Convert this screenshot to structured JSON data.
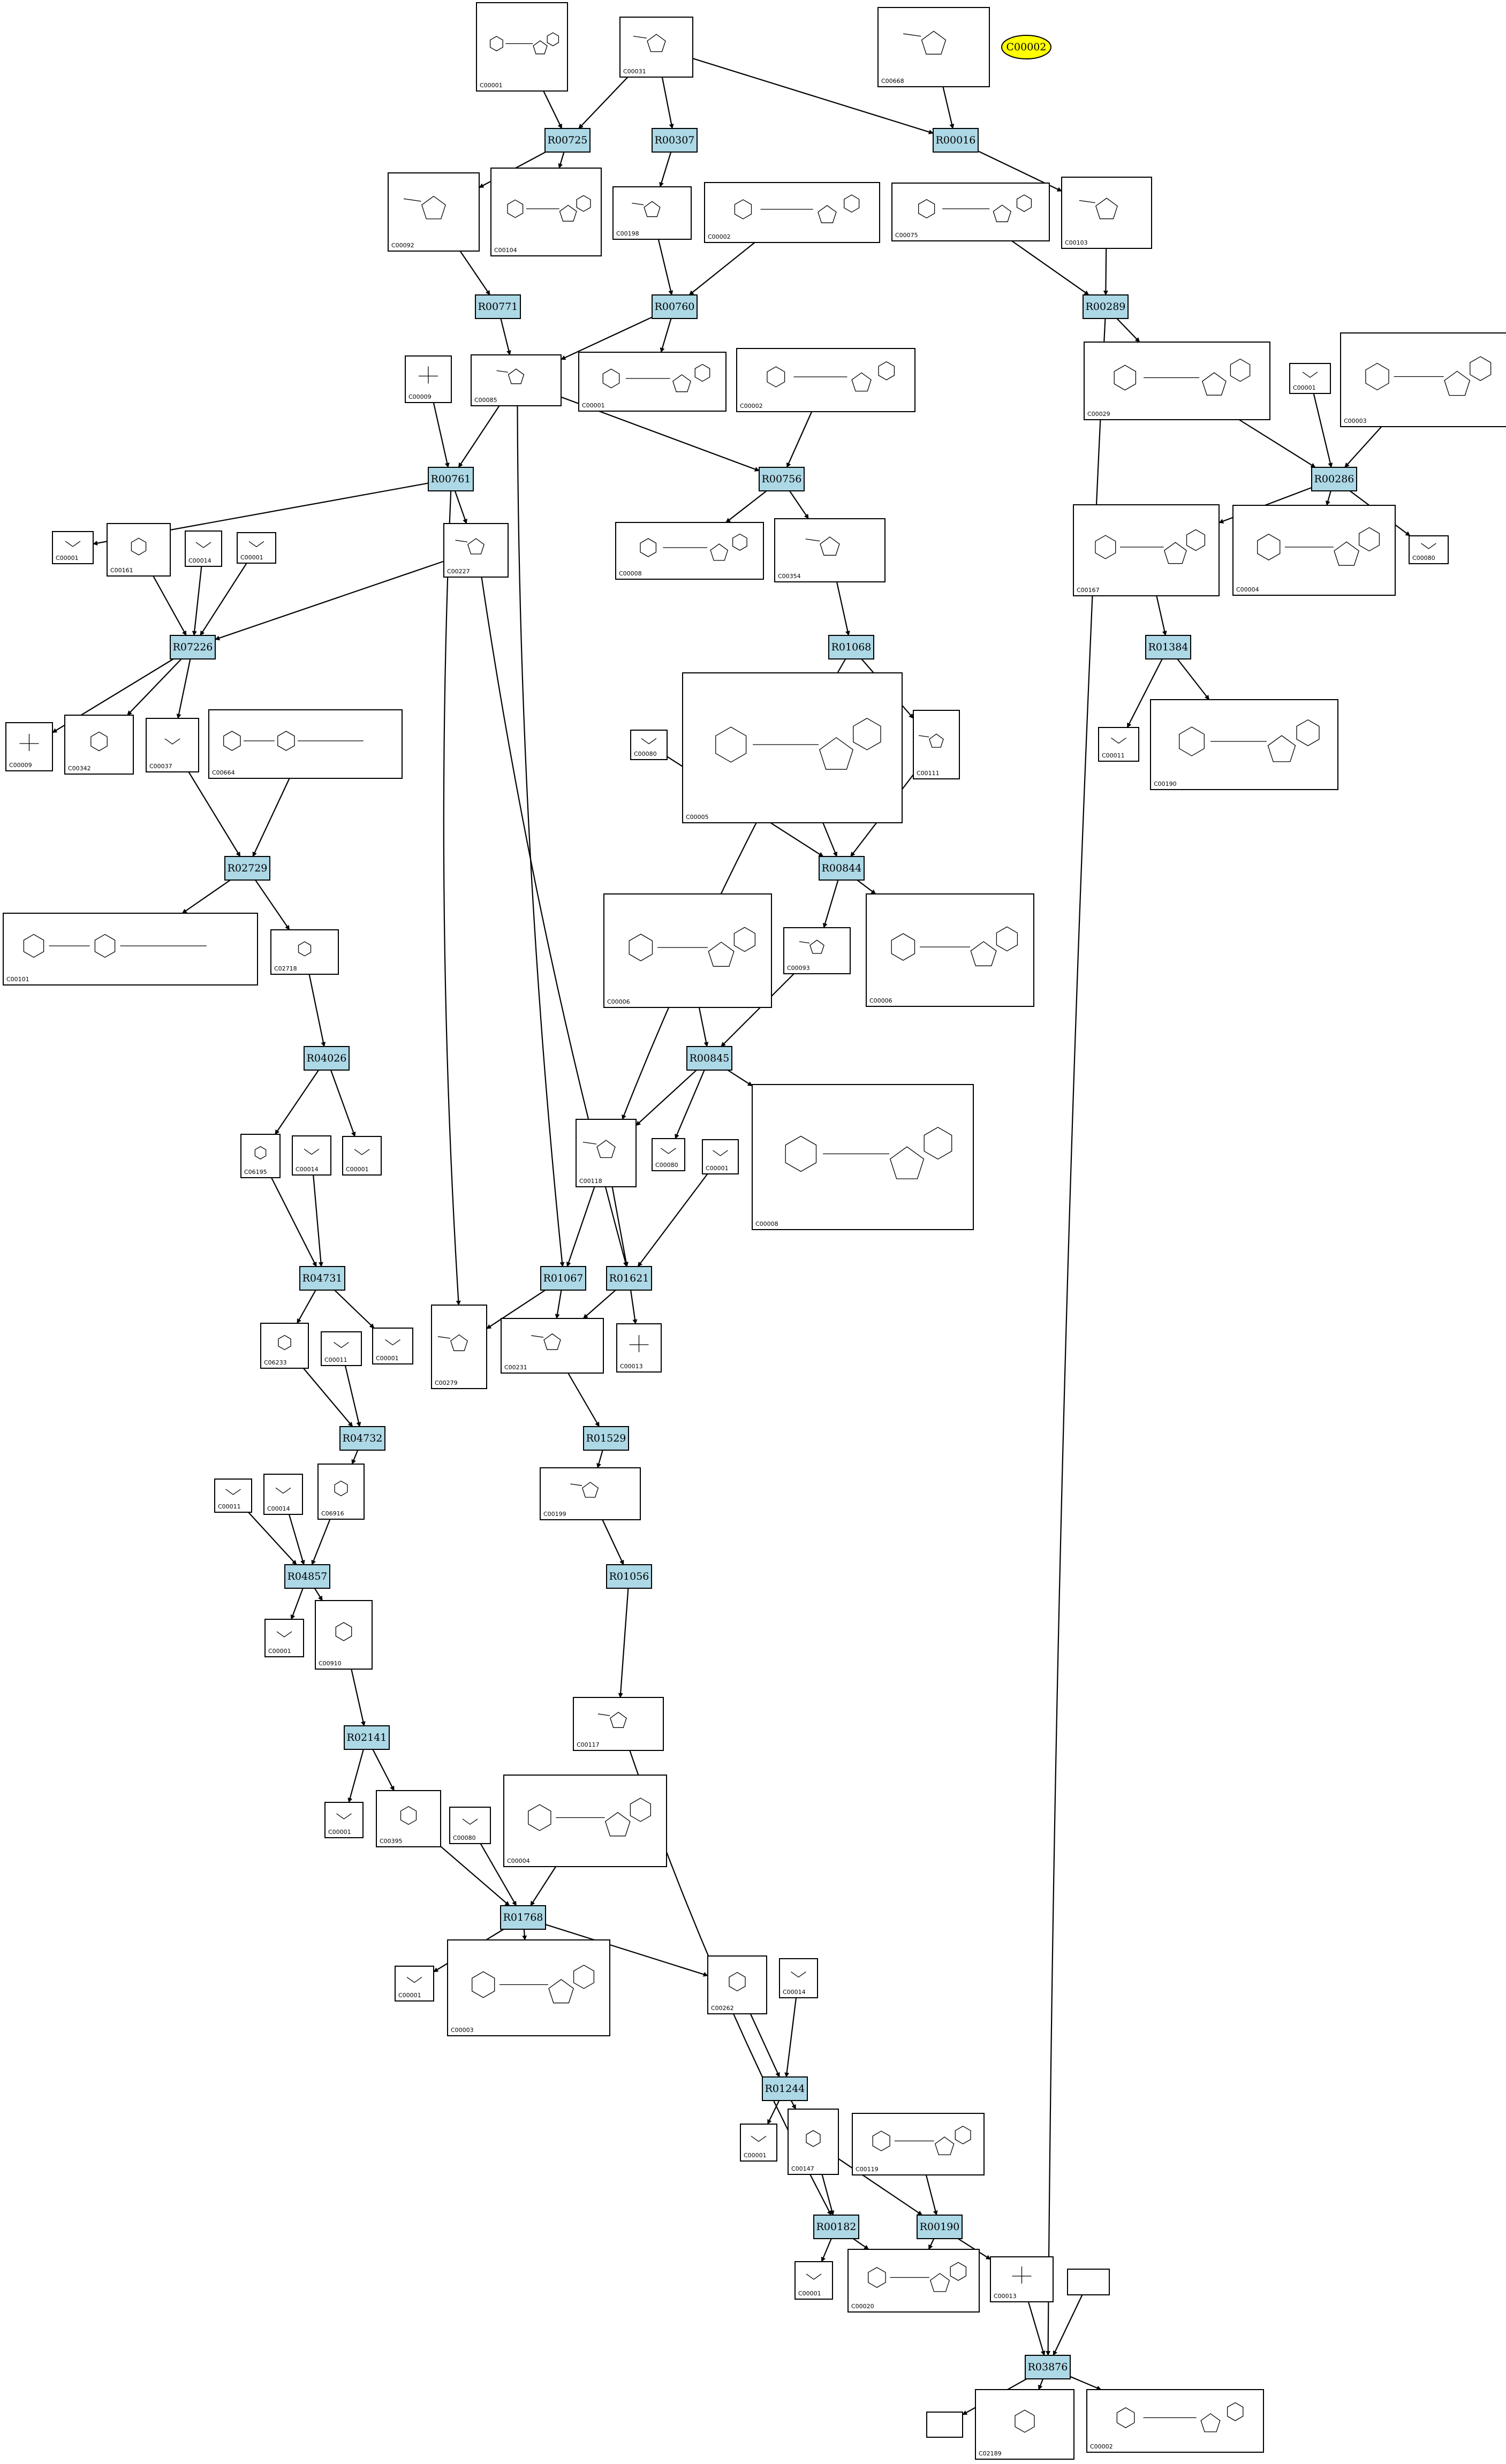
{
  "seed": {
    "label": "C00002"
  },
  "reactions": [
    "R00725",
    "R00307",
    "R00016",
    "R00771",
    "R00760",
    "R00289",
    "R00761",
    "R00756",
    "R00286",
    "R07226",
    "R01068",
    "R01384",
    "R02729",
    "R00844",
    "R04026",
    "R00845",
    "R04731",
    "R01067",
    "R01621",
    "R04732",
    "R01529",
    "R04857",
    "R01056",
    "R02141",
    "R01768",
    "R01244",
    "R00182",
    "R00190",
    "R03876"
  ],
  "compounds": {
    "c1": "C00001",
    "c2": "C00031",
    "c3": "C00668",
    "c4": "C00092",
    "c5": "C00104",
    "c6": "C00198",
    "c7": "C00002",
    "c8": "C00075",
    "c9": "C00103",
    "c10": "C00009",
    "c11": "C00085",
    "c12": "C00001",
    "c13": "C00002",
    "c14": "C00029",
    "c15": "C00001",
    "c16": "C00003",
    "c17": "C00001",
    "c18": "C00161",
    "c19": "C00014",
    "c20": "C00001",
    "c21": "C00227",
    "c22": "C00008",
    "c23": "C00354",
    "c24": "C00167",
    "c25": "C00004",
    "c26": "C00080",
    "c27": "C00009",
    "c28": "C00342",
    "c29": "C00037",
    "c30": "C00664",
    "c31": "C00011",
    "c32": "C00190",
    "c33": "C00080",
    "c34": "C00005",
    "c35": "C00111",
    "c36": "C00101",
    "c37": "C02718",
    "c38": "C00006",
    "c39": "C00093",
    "c40": "C00006",
    "c41": "C06195",
    "c42": "C00014",
    "c43": "C00001",
    "c44": "C00118",
    "c45": "C00080",
    "c46": "C00001",
    "c47": "C00008",
    "c48": "C06233",
    "c49": "C00001",
    "c50": "C00279",
    "c51": "C00231",
    "c52": "C00013",
    "c53": "C00011",
    "c54": "C06916",
    "c55": "C00199",
    "c56": "C00011",
    "c57": "C00014",
    "c58": "C00001",
    "c59": "C00910",
    "c60": "C00117",
    "c61": "C00001",
    "c62": "C00395",
    "c63": "C00080",
    "c64": "C00004",
    "c65": "C00001",
    "c66": "C00003",
    "c67": "C00262",
    "c68": "C00014",
    "c69": "C00001",
    "c70": "C00147",
    "c71": "C00119",
    "c72": "C00001",
    "c73": "C00020",
    "c74": "C00013",
    "c75": "",
    "c76": "",
    "c77": "C02189",
    "c78": "C00002"
  }
}
